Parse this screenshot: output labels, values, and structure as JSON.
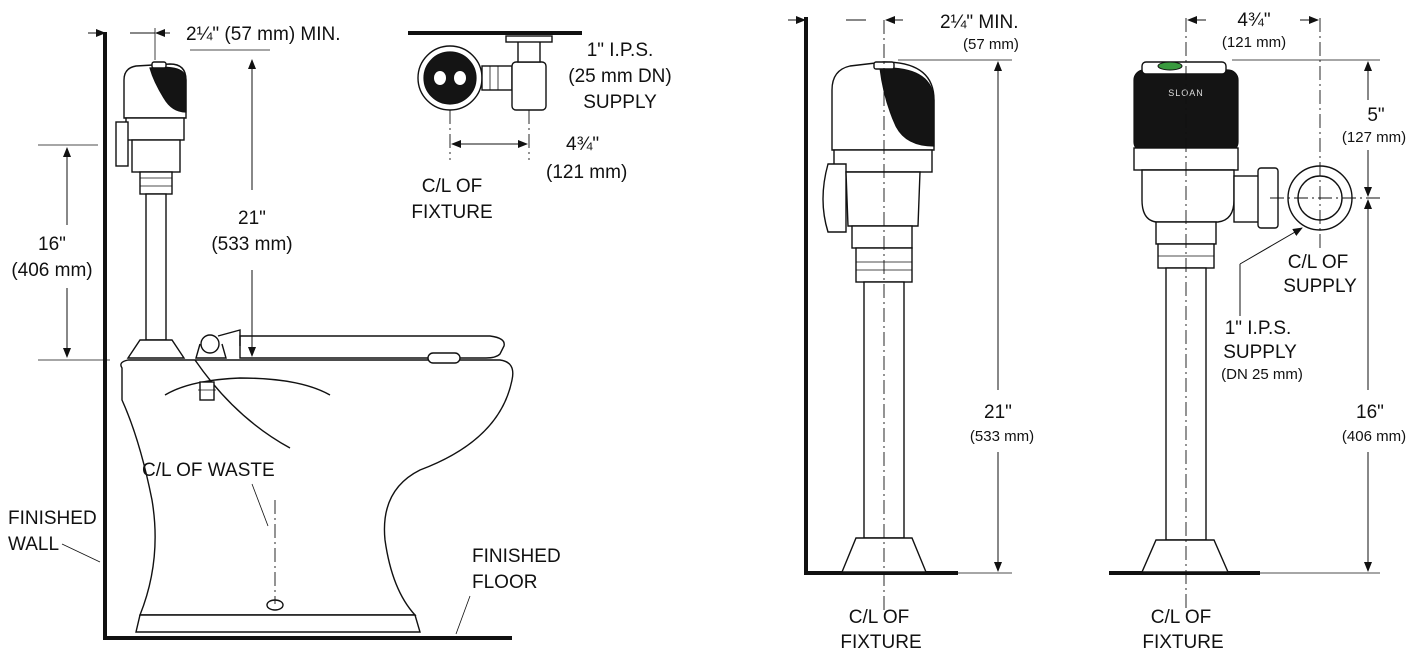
{
  "side_view": {
    "dim_min_offset": "2¼\" (57 mm) MIN.",
    "dim_supply_height": [
      "16\"",
      "(406 mm)"
    ],
    "dim_height": [
      "21\"",
      "(533 mm)"
    ],
    "cl_waste": "C/L OF WASTE",
    "finished_wall": [
      "FINISHED",
      "WALL"
    ],
    "finished_floor": [
      "FINISHED",
      "FLOOR"
    ]
  },
  "top_view": {
    "supply": [
      "1\" I.P.S.",
      "(25 mm DN)",
      "SUPPLY"
    ],
    "dim_offset": [
      "4¾\"",
      "(121 mm)"
    ],
    "cl_fixture": [
      "C/L OF",
      "FIXTURE"
    ]
  },
  "valve_side_view": {
    "dim_min": [
      "2¼\" MIN.",
      "(57 mm)"
    ],
    "dim_height": [
      "21\"",
      "(533 mm)"
    ],
    "cl_fixture": [
      "C/L OF",
      "FIXTURE"
    ]
  },
  "valve_front_view": {
    "brand": "SLOAN",
    "dim_offset": [
      "4¾\"",
      "(121 mm)"
    ],
    "dim_supply_top": [
      "5\"",
      "(127 mm)"
    ],
    "cl_supply": [
      "C/L OF",
      "SUPPLY"
    ],
    "supply": [
      "1\" I.P.S.",
      "SUPPLY",
      "(DN 25 mm)"
    ],
    "dim_supply_height": [
      "16\"",
      "(406 mm)"
    ],
    "cl_fixture": [
      "C/L OF",
      "FIXTURE"
    ]
  },
  "colors": {
    "line": "#111111",
    "button": "#3a9a3f"
  }
}
